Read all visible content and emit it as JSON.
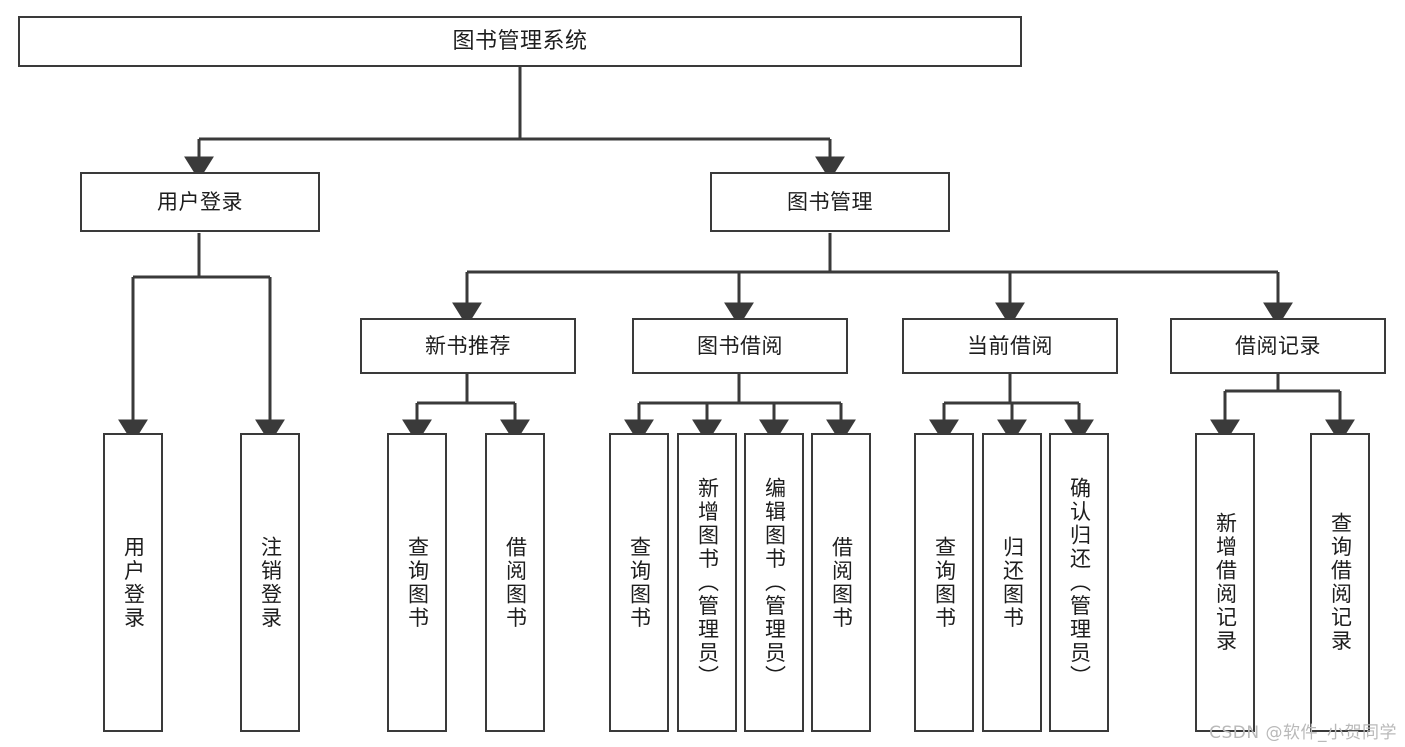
{
  "diagram": {
    "title": "图书管理系统",
    "type": "tree-hierarchy-chart",
    "colors": {
      "box_border": "#3a3a3a",
      "box_fill": "#ffffff",
      "connector": "#3a3a3a",
      "text": "#1d1d1d",
      "watermark": "#b9b9b9",
      "background": "#ffffff"
    },
    "root": {
      "label": "图书管理系统"
    },
    "level1": [
      {
        "id": "user-login",
        "label": "用户登录"
      },
      {
        "id": "book-manage",
        "label": "图书管理"
      }
    ],
    "level2": [
      {
        "id": "new-book-recommend",
        "label": "新书推荐",
        "parent": "book-manage"
      },
      {
        "id": "book-borrow",
        "label": "图书借阅",
        "parent": "book-manage"
      },
      {
        "id": "current-borrow",
        "label": "当前借阅",
        "parent": "book-manage"
      },
      {
        "id": "borrow-record",
        "label": "借阅记录",
        "parent": "book-manage"
      }
    ],
    "leaves": [
      {
        "id": "leaf-user-login",
        "label": "用户登录",
        "parent": "user-login"
      },
      {
        "id": "leaf-user-logout",
        "label": "注销登录",
        "parent": "user-login"
      },
      {
        "id": "leaf-query-book-1",
        "label": "查询图书",
        "parent": "new-book-recommend"
      },
      {
        "id": "leaf-borrow-book-1",
        "label": "借阅图书",
        "parent": "new-book-recommend"
      },
      {
        "id": "leaf-query-book-2",
        "label": "查询图书",
        "parent": "book-borrow"
      },
      {
        "id": "leaf-add-book",
        "label": "新增图书（管理员）",
        "parent": "book-borrow"
      },
      {
        "id": "leaf-edit-book",
        "label": "编辑图书（管理员）",
        "parent": "book-borrow"
      },
      {
        "id": "leaf-borrow-book-2",
        "label": "借阅图书",
        "parent": "book-borrow"
      },
      {
        "id": "leaf-query-book-3",
        "label": "查询图书",
        "parent": "current-borrow"
      },
      {
        "id": "leaf-return-book",
        "label": "归还图书",
        "parent": "current-borrow"
      },
      {
        "id": "leaf-confirm-return",
        "label": "确认归还（管理员）",
        "parent": "current-borrow"
      },
      {
        "id": "leaf-add-record",
        "label": "新增借阅记录",
        "parent": "borrow-record"
      },
      {
        "id": "leaf-query-record",
        "label": "查询借阅记录",
        "parent": "borrow-record"
      }
    ],
    "watermark": "CSDN @软件_小贺同学"
  }
}
